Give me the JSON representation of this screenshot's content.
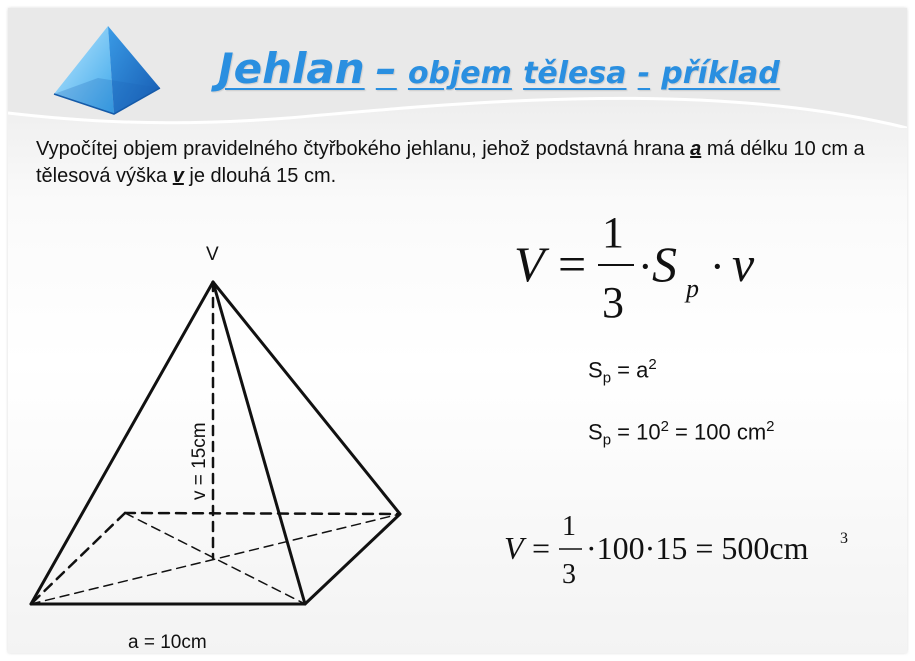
{
  "title": {
    "word1": "Jehlan",
    "dash1": "–",
    "word2": "objem",
    "word3": "tělesa",
    "dash2": "-",
    "word4": "příklad"
  },
  "problem": {
    "part1": "Vypočítej objem pravidelného čtyřbokého jehlanu, jehož podstavná hrana ",
    "var_a": "a",
    "part2": " má délku 10 cm a tělesová výška ",
    "var_v": "v",
    "part3": " je dlouhá 15 cm."
  },
  "figure": {
    "apex_label": "V",
    "height_label": "v = 15cm",
    "base_label": "a = 10cm"
  },
  "formula_volume": {
    "lhs": "V",
    "eq": "=",
    "num": "1",
    "den": "3",
    "dot1": "·",
    "S": "S",
    "S_sub": "p",
    "dot2": "·",
    "v": "v"
  },
  "calc1": {
    "S": "S",
    "sub": "p",
    "mid": " = a",
    "sup": "2"
  },
  "calc2": {
    "S": "S",
    "sub": "p",
    "mid1": " = 10",
    "sup1": "2",
    "mid2": " = 100 cm",
    "sup2": "2"
  },
  "formula_result": {
    "lhs": "V",
    "eq": "=",
    "num": "1",
    "den": "3",
    "rest": "·100·15 = 500cm",
    "sup": "3"
  },
  "colors": {
    "title": "#2a8fe0",
    "pyramid_light": "#7fd0f7",
    "pyramid_dark": "#1f74c9"
  }
}
